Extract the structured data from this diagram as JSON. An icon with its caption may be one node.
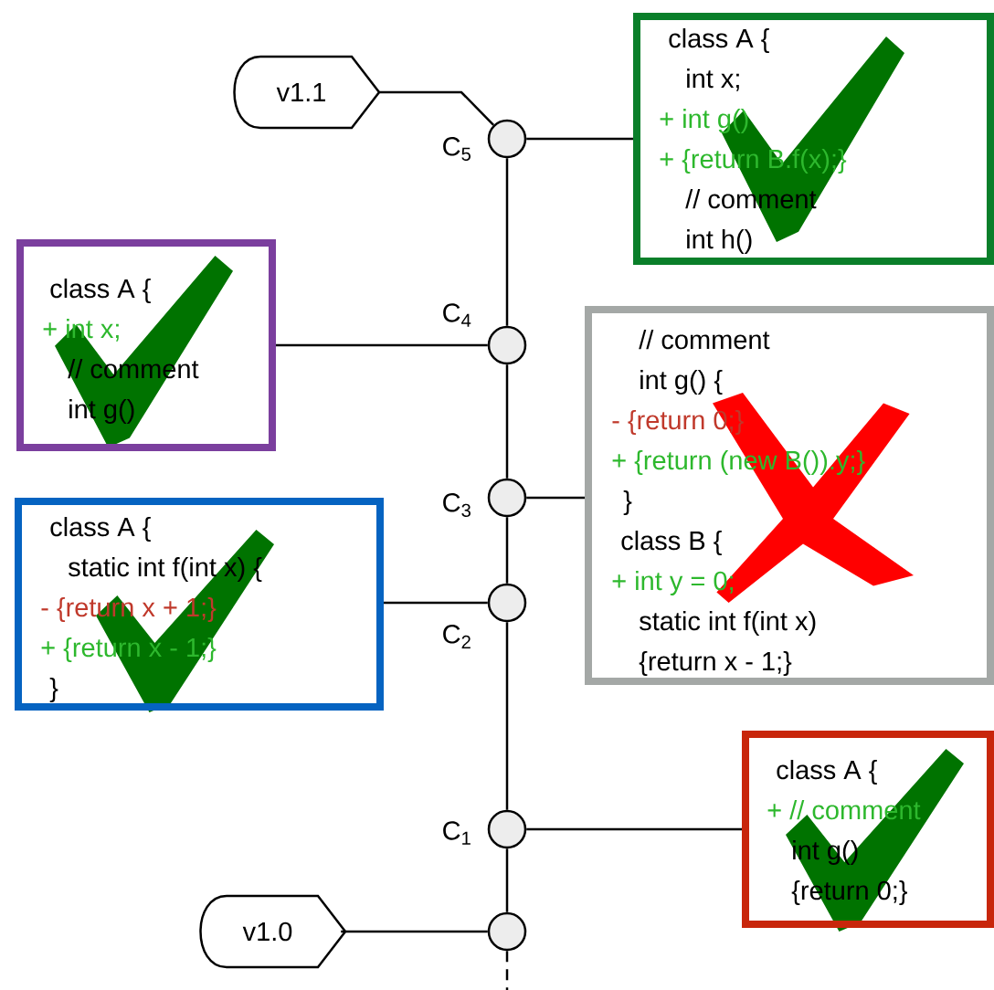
{
  "diagram": {
    "nodes": [
      {
        "text": [
          "v1.1"
        ]
      },
      {
        "text": [
          "class A {",
          "int x;",
          "+ int g()",
          "+ {return B.f(x);}",
          "// comment",
          "int h()"
        ]
      },
      {
        "text": [],
        "shape": "circle",
        "beside": [
          "C$_{5}$"
        ]
      },
      {
        "text": [
          "class A {",
          "+ int x;",
          "// comment",
          "int g()"
        ]
      },
      {
        "text": [],
        "shape": "circle",
        "beside": [
          "C$_{4}$"
        ]
      },
      {
        "text": [
          "// comment",
          "int g() {",
          "- {return 0;}",
          "+ {return (new B()).y;}",
          "}",
          "class B {",
          "+ int y = 0;",
          "static int f(int x)",
          "{return x - 1;}"
        ]
      },
      {
        "text": [],
        "shape": "circle",
        "beside": [
          "C$_{3}$"
        ]
      },
      {
        "text": [
          "class A {",
          "static int f(int x) {",
          "- {return x + 1;}",
          "+ {return x - 1;}",
          "}"
        ]
      },
      {
        "text": [],
        "shape": "circle",
        "beside": [
          "C$_{2}$"
        ]
      },
      {
        "text": [
          "class A {",
          "+ // comment",
          "int g()",
          "{return 0;}"
        ]
      },
      {
        "text": [],
        "shape": "circle",
        "beside": [
          "C$_{1}$"
        ]
      },
      {
        "text": [
          "v1.0"
        ]
      },
      {
        "text": [],
        "shape": "circle"
      }
    ],
    "edges": [
      {
        "from": 0,
        "to": 2,
        "arrow": "none"
      },
      {
        "from": 2,
        "to": 1,
        "arrow": "none"
      },
      {
        "from": 3,
        "to": 4,
        "arrow": "none"
      },
      {
        "from": 6,
        "to": 5,
        "arrow": "none"
      },
      {
        "from": 7,
        "to": 8,
        "arrow": "none"
      },
      {
        "from": 10,
        "to": 9,
        "arrow": "none"
      },
      {
        "from": 11,
        "to": 12,
        "arrow": "none"
      },
      {
        "from": 12,
        "to": 10,
        "arrow": "none"
      },
      {
        "from": 10,
        "to": 8,
        "arrow": "none"
      },
      {
        "from": 8,
        "to": 6,
        "arrow": "none"
      },
      {
        "from": 6,
        "to": 4,
        "arrow": "none"
      },
      {
        "from": 4,
        "to": 2,
        "arrow": "none"
      },
      {
        "from": 12,
        "to": null,
        "arrow": "none",
        "style": "dashed"
      }
    ]
  }
}
